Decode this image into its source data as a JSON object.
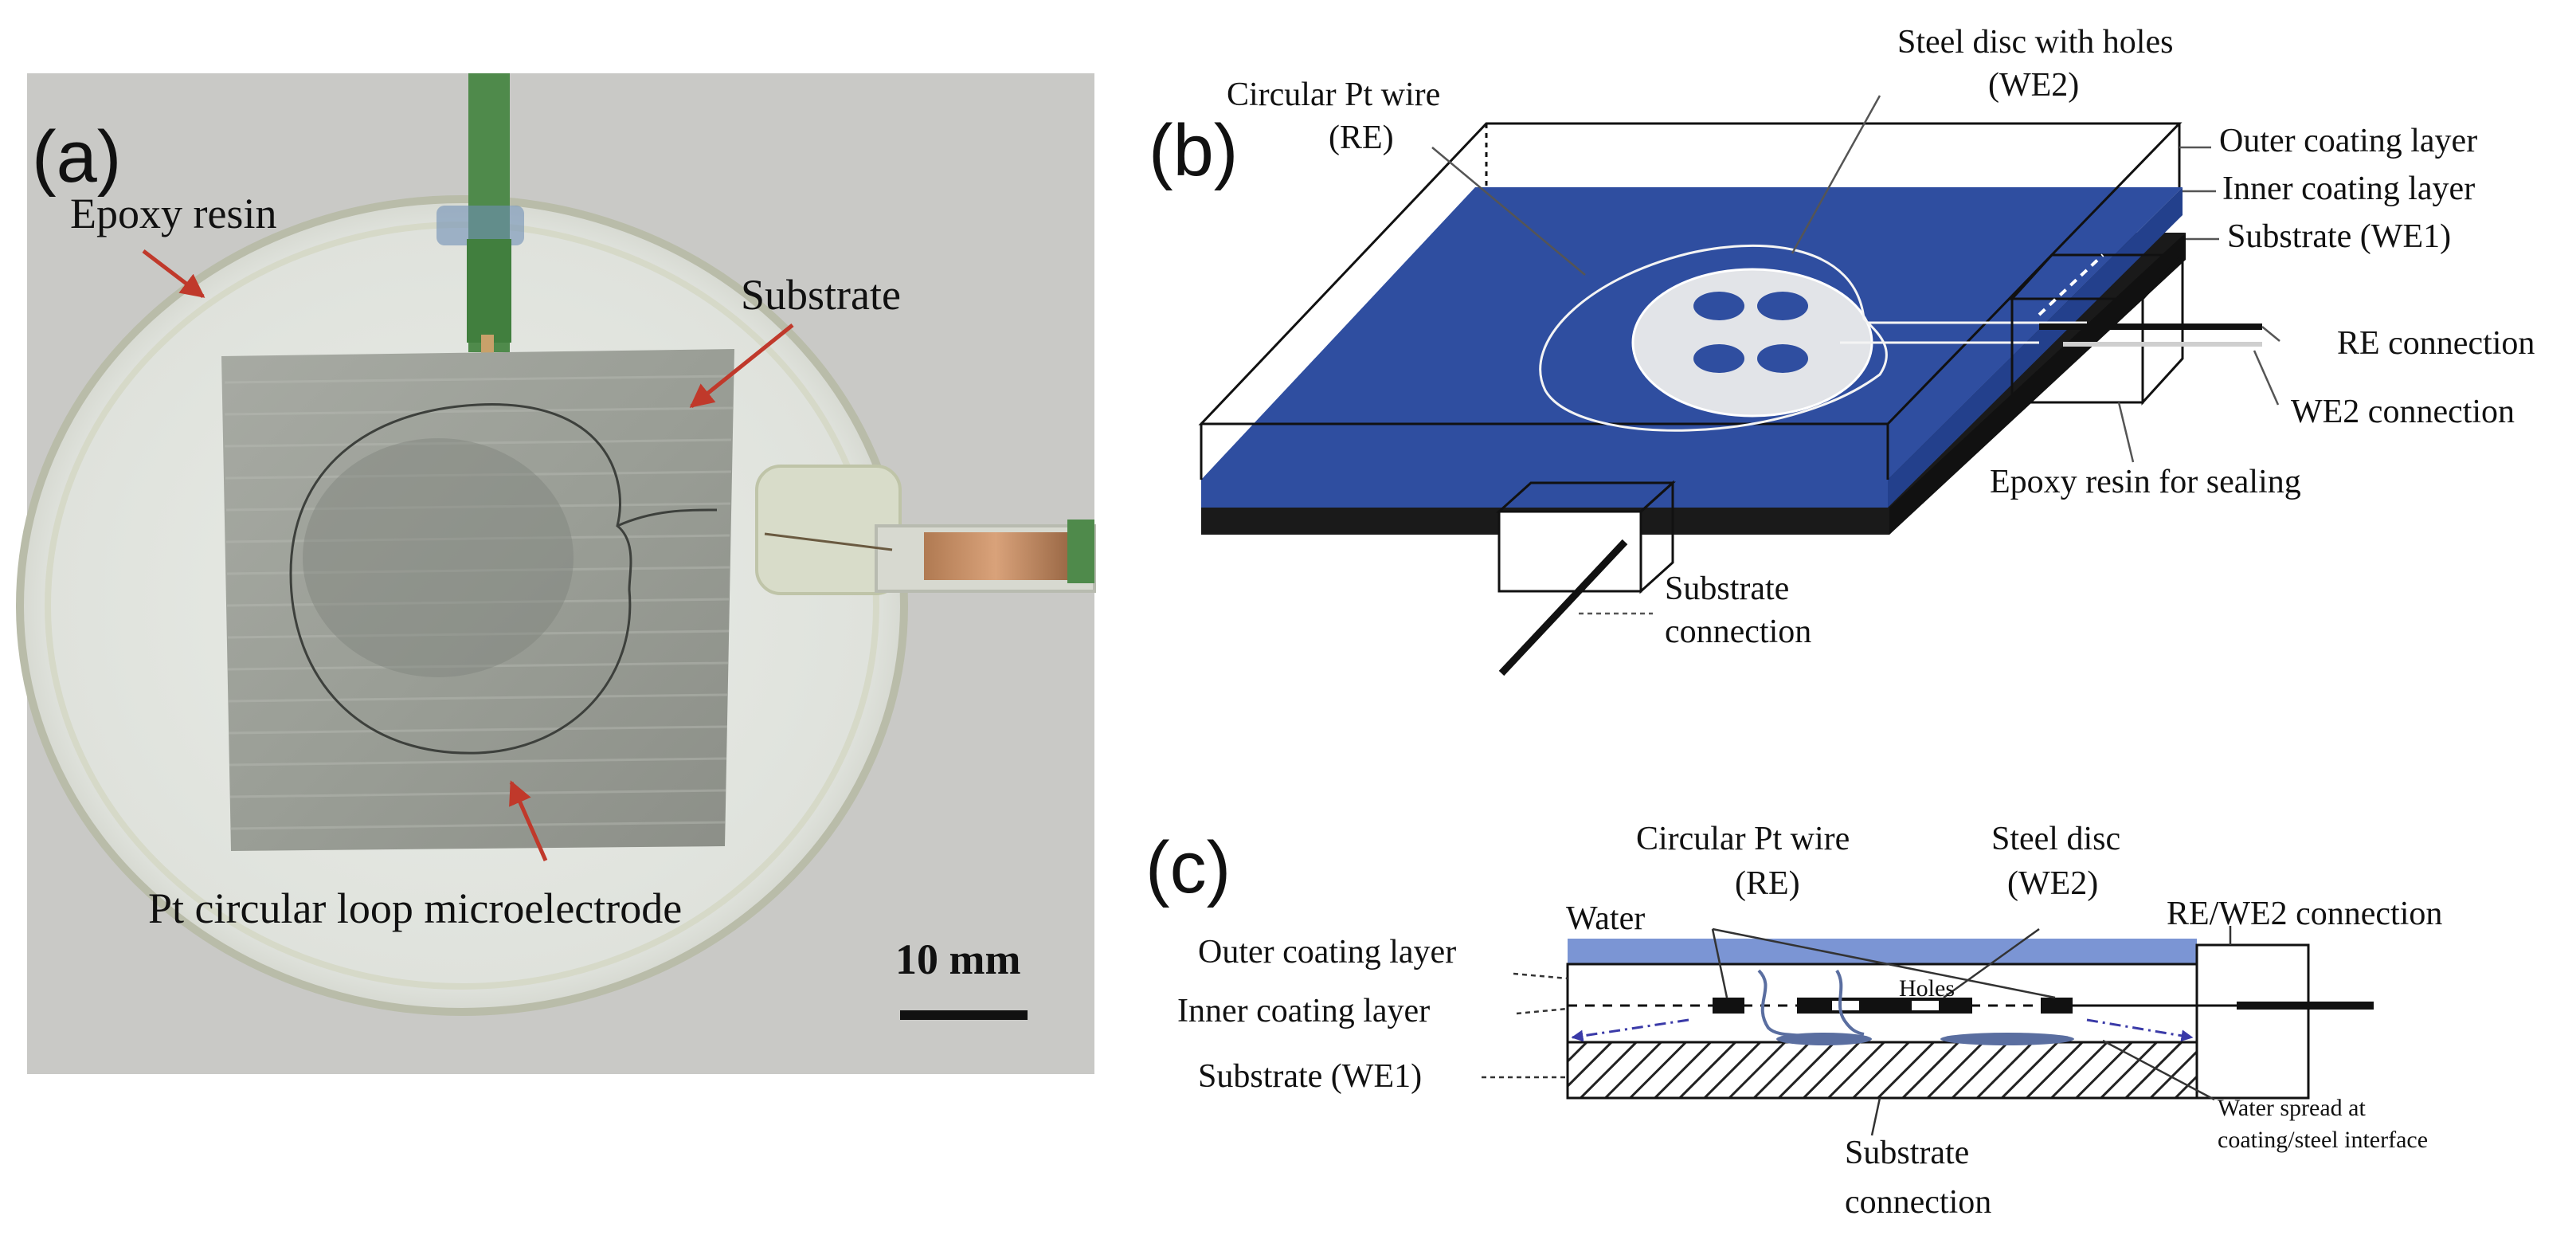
{
  "panel_a": {
    "letter": "(a)",
    "labels": {
      "epoxy": "Epoxy resin",
      "substrate": "Substrate",
      "pt_loop": "Pt circular loop microelectrode",
      "scale": "10 mm"
    },
    "colors": {
      "background": "#c9c9c6",
      "arrow": "#c0392b",
      "wire": "#4f8a4b"
    }
  },
  "panel_b": {
    "letter": "(b)",
    "labels": {
      "pt_wire_1": "Circular Pt wire",
      "pt_wire_2": "(RE)",
      "steel_disc_1": "Steel disc with holes",
      "steel_disc_2": "(WE2)",
      "outer": "Outer coating layer",
      "inner": "Inner coating layer",
      "substrate": "Substrate (WE1)",
      "re_conn": "RE connection",
      "we2_conn": "WE2 connection",
      "epoxy": "Epoxy resin for sealing",
      "sub_conn_1": "Substrate",
      "sub_conn_2": "connection"
    },
    "colors": {
      "blue": "#2f4ea0",
      "black": "#1a1a1a",
      "disc": "#e2e4e8"
    }
  },
  "panel_c": {
    "letter": "(c)",
    "labels": {
      "pt_wire_1": "Circular Pt wire",
      "pt_wire_2": "(RE)",
      "steel_disc_1": "Steel disc",
      "steel_disc_2": "(WE2)",
      "water": "Water",
      "re_we2": "RE/WE2 connection",
      "outer": "Outer coating layer",
      "inner": "Inner coating layer",
      "substrate": "Substrate (WE1)",
      "holes": "Holes",
      "spread_1": "Water spread at",
      "spread_2": "coating/steel interface",
      "sub_conn_1": "Substrate",
      "sub_conn_2": "connection"
    },
    "colors": {
      "water": "#7b95d4",
      "dashed": "#3a3aa8",
      "spot": "#5a6ea0"
    }
  }
}
